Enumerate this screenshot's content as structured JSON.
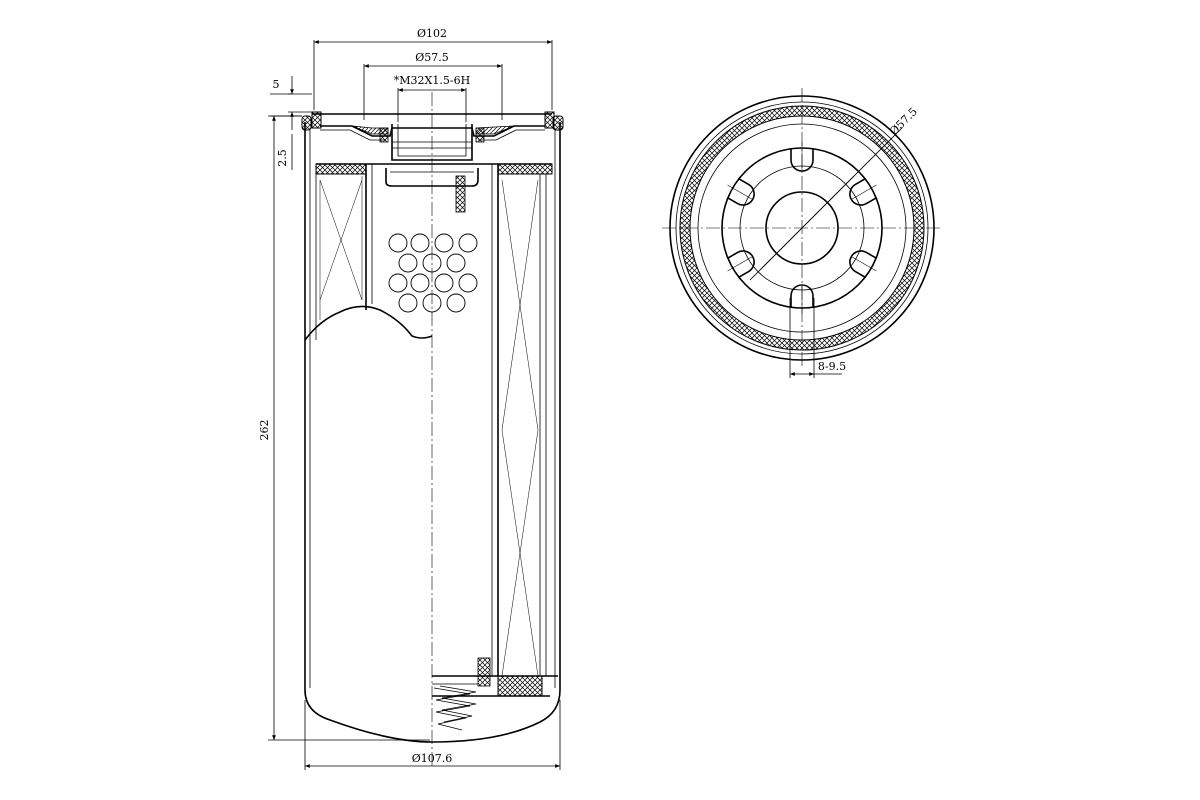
{
  "drawing": {
    "dimensions": {
      "outer_diameter_top": "Ø102",
      "gasket_diameter": "Ø57.5",
      "thread": "*M32X1.5-6H",
      "gasket_height": "5",
      "top_offset": "2.5",
      "height": "262",
      "outer_diameter_bottom": "Ø107.6",
      "end_view_diameter": "Ø57.5",
      "slot_width": "8-9.5"
    },
    "colors": {
      "line": "#000000",
      "background": "#ffffff"
    }
  }
}
